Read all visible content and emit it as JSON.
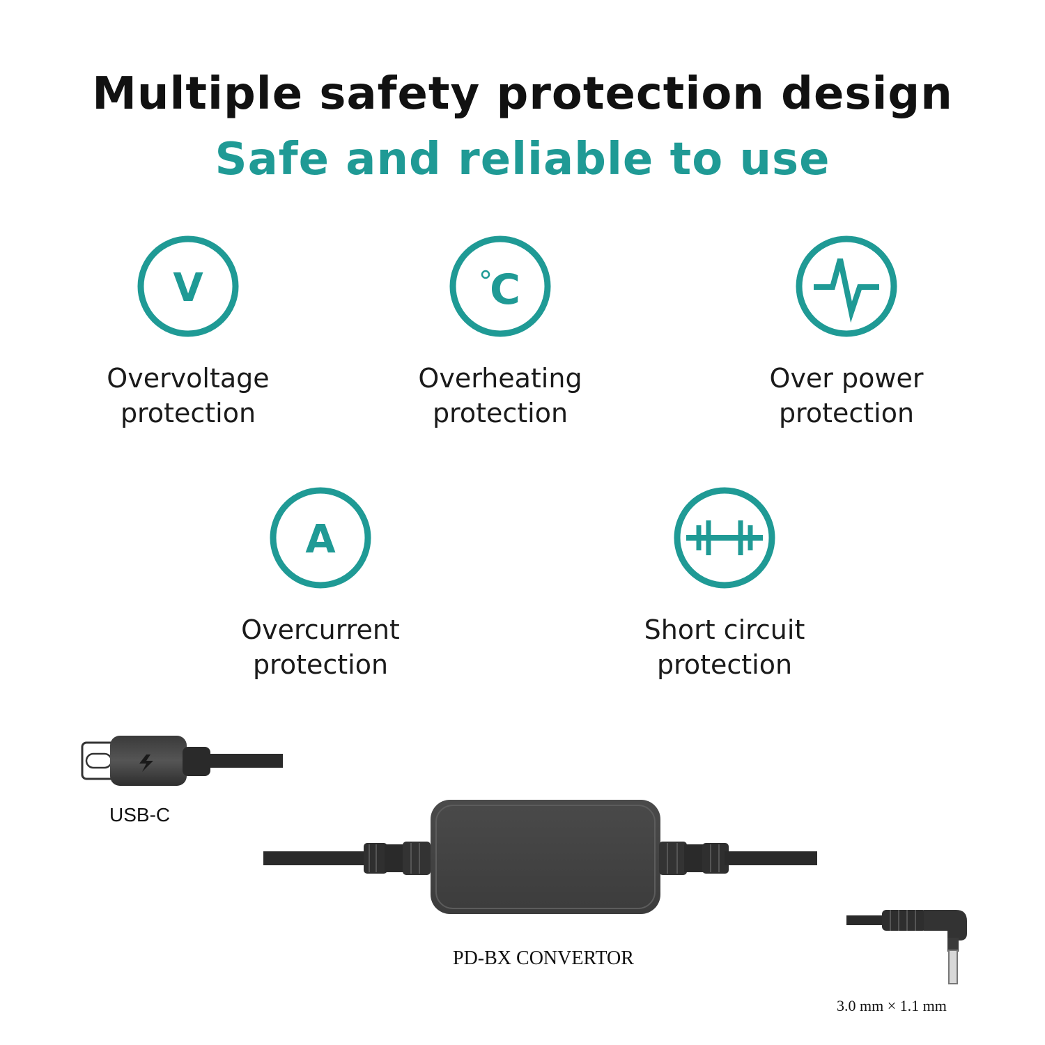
{
  "header": {
    "title": "Multiple safety protection design",
    "subtitle": "Safe and reliable to use"
  },
  "colors": {
    "accent": "#1f9a95",
    "text": "#111111",
    "cable": "#2a2a2a"
  },
  "features": [
    {
      "icon": "voltage-icon",
      "symbol": "V",
      "line1": "Overvoltage",
      "line2": "protection"
    },
    {
      "icon": "temperature-icon",
      "symbol": "C",
      "line1": "Overheating",
      "line2": "protection"
    },
    {
      "icon": "pulse-icon",
      "line1": "Over power",
      "line2": "protection"
    },
    {
      "icon": "current-icon",
      "symbol": "A",
      "line1": "Overcurrent",
      "line2": "protection"
    },
    {
      "icon": "circuit-icon",
      "line1": "Short circuit",
      "line2": "protection"
    }
  ],
  "product": {
    "usb_label": "USB-C",
    "convertor_label": "PD-BX CONVERTOR",
    "plug_label": "3.0 mm × 1.1 mm"
  }
}
